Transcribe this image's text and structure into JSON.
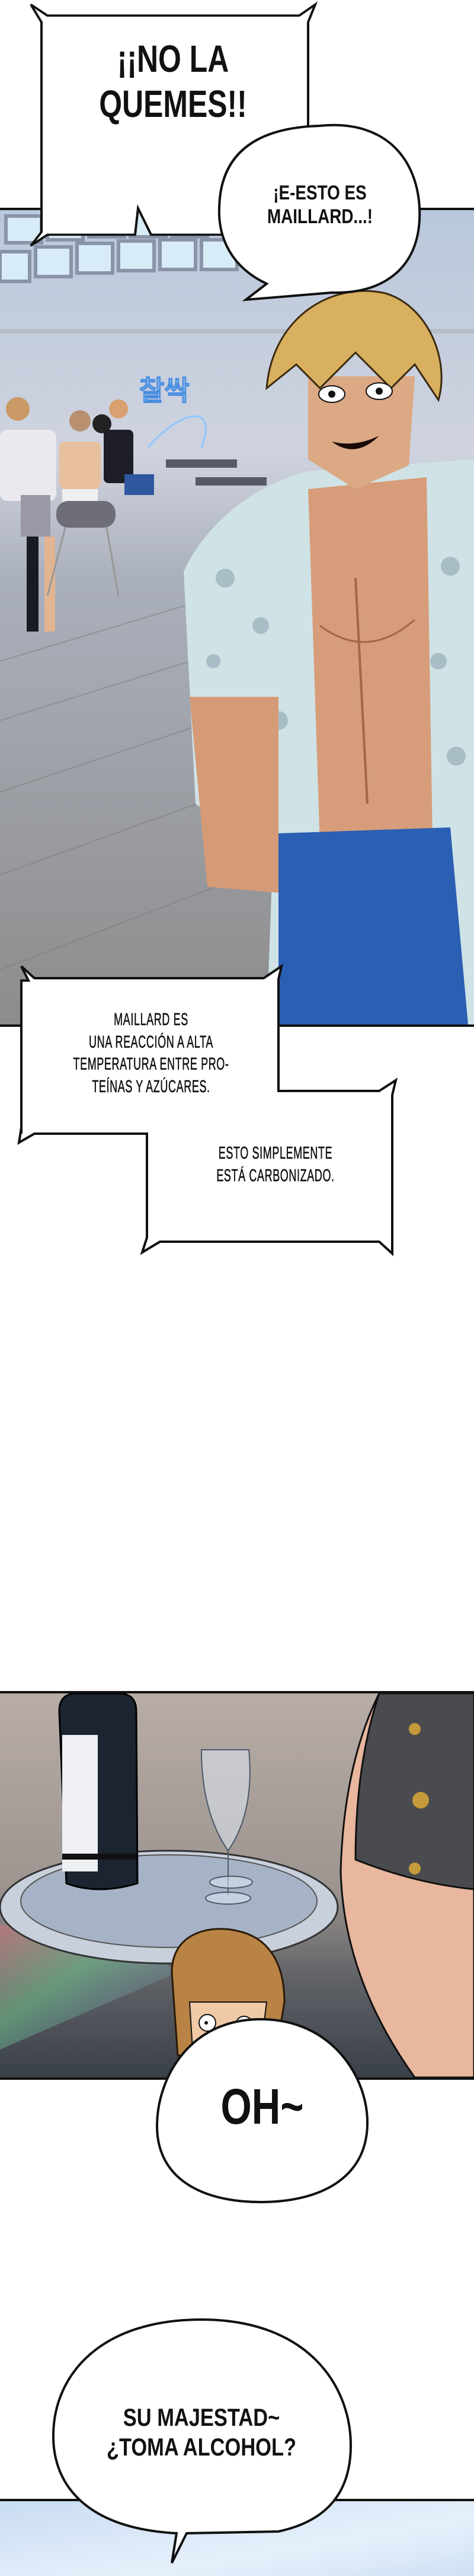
{
  "panels": [
    {
      "name": "deck-bbq-panel",
      "sfx": "찰싹"
    },
    {
      "name": "wine-tray-panel"
    },
    {
      "name": "sky-panel"
    }
  ],
  "bubbles": {
    "dont_burn": [
      "¡¡NO LA",
      "QUEMES!!"
    ],
    "maillard_exclaim": [
      "¡E-ESTO ES",
      "MAILLARD...!"
    ],
    "narration_1": [
      "MAILLARD ES",
      "UNA REACCIÓN A ALTA",
      "TEMPERATURA ENTRE PRO-",
      "TEÍNAS Y AZÚCARES."
    ],
    "narration_2": [
      "ESTO SIMPLEMENTE",
      "ESTÁ CARBONIZADO."
    ],
    "oh": "OH~",
    "majesty": [
      "SU MAJESTAD~",
      "¿TOMA ALCOHOL?"
    ]
  },
  "colors": {
    "ink": "#111111",
    "hair_blonde": "#d8b060",
    "pants_blue": "#2b5fb3",
    "shirt": "#cfe3e6",
    "chibi_hair": "#b98345"
  }
}
